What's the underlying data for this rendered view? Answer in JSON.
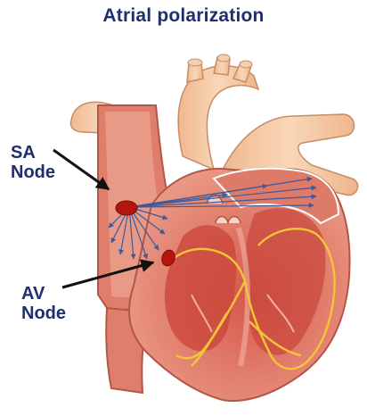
{
  "title": "Atrial polarization",
  "labels": {
    "sa": {
      "line1": "SA",
      "line2": "Node"
    },
    "av": {
      "line1": "AV",
      "line2": "Node"
    }
  },
  "colors": {
    "title_text": "#1f2f6e",
    "heart_outer": "#e8907e",
    "heart_inner": "#d9584a",
    "vessel": "#f5c9a6",
    "node": "#b5150f",
    "conduction_path": "#f2c634",
    "impulse_arrows": "#3d5a9a"
  }
}
